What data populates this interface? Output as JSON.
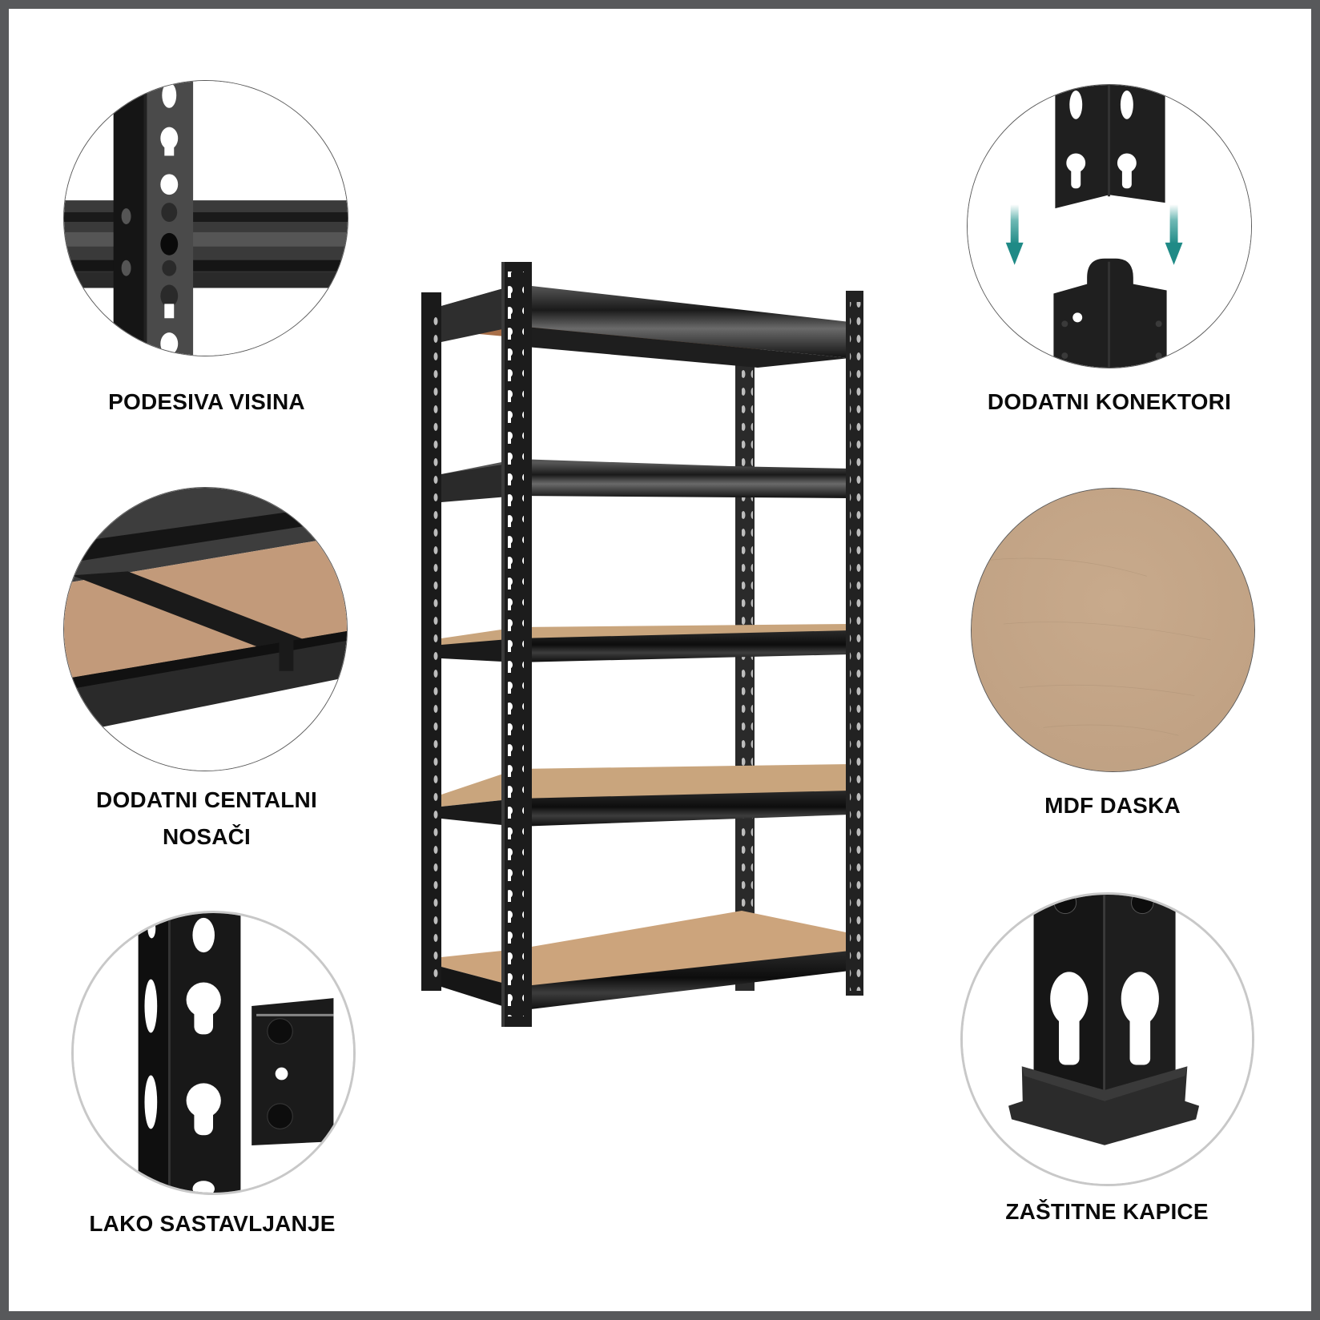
{
  "features": {
    "adjustable_height": {
      "label": "PODESIVA VISINA"
    },
    "extra_connectors": {
      "label": "DODATNI KONEKTORI"
    },
    "center_supports": {
      "label_line1": "DODATNI CENTALNI",
      "label_line2": "NOSAČI"
    },
    "mdf_board": {
      "label": "MDF DASKA"
    },
    "easy_assembly": {
      "label": "LAKO SASTAVLJANJE"
    },
    "protective_caps": {
      "label": "ZAŠTITNE KAPICE"
    }
  },
  "product": {
    "name": "shelving-unit",
    "shelf_count": 5
  },
  "colors": {
    "frame_border": "#58595b",
    "background": "#ffffff",
    "steel": "#1c1c1c",
    "steel_highlight": "#4a4a4a",
    "mdf": "#c9a57d",
    "mdf_swatch": "#c4a688",
    "arrow_teal": "#1f8a86",
    "label_text": "#0a0a0a"
  }
}
